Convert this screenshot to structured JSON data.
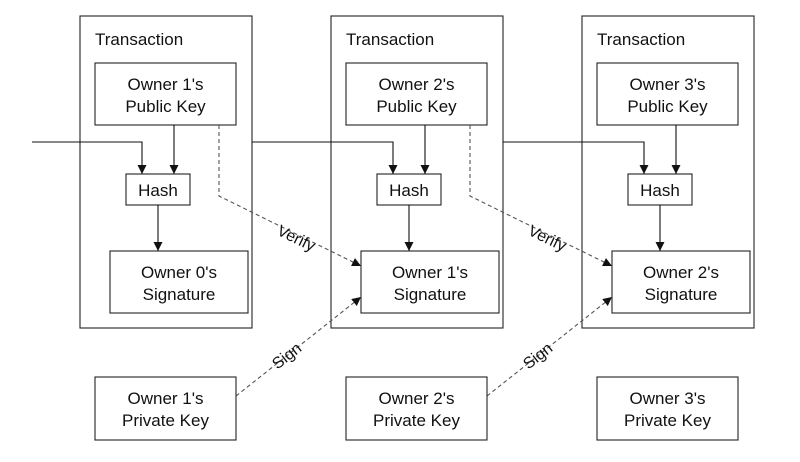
{
  "transactions": [
    {
      "title": "Transaction",
      "public_key": {
        "line1": "Owner 1's",
        "line2": "Public Key"
      },
      "hash": "Hash",
      "signature": {
        "line1": "Owner 0's",
        "line2": "Signature"
      }
    },
    {
      "title": "Transaction",
      "public_key": {
        "line1": "Owner 2's",
        "line2": "Public Key"
      },
      "hash": "Hash",
      "signature": {
        "line1": "Owner 1's",
        "line2": "Signature"
      }
    },
    {
      "title": "Transaction",
      "public_key": {
        "line1": "Owner 3's",
        "line2": "Public Key"
      },
      "hash": "Hash",
      "signature": {
        "line1": "Owner 2's",
        "line2": "Signature"
      }
    }
  ],
  "private_keys": [
    {
      "line1": "Owner 1's",
      "line2": "Private Key"
    },
    {
      "line1": "Owner 2's",
      "line2": "Private Key"
    },
    {
      "line1": "Owner 3's",
      "line2": "Private Key"
    }
  ],
  "edge_labels": {
    "verify": "Verify",
    "sign": "Sign"
  }
}
